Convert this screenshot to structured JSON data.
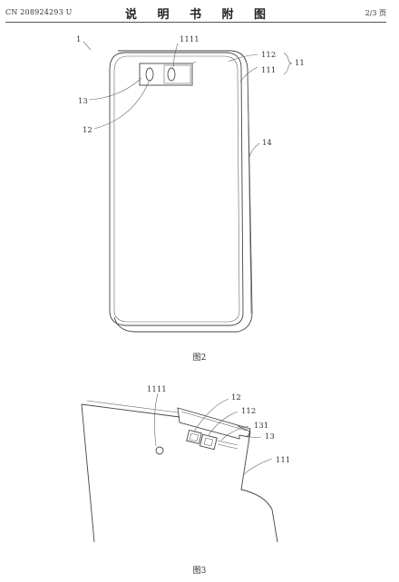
{
  "header": {
    "doc_number": "CN 208924293 U",
    "title": "说 明 书 附 图",
    "page": "2/3 页"
  },
  "figure2": {
    "caption": "图2",
    "labels": {
      "device": "1",
      "l1111": "1111",
      "l112": "112",
      "l11": "11",
      "l111": "111",
      "l13": "13",
      "l12": "12",
      "l14": "14"
    }
  },
  "figure3": {
    "caption": "图3",
    "labels": {
      "l1111": "1111",
      "l12": "12",
      "l112": "112",
      "l131": "131",
      "l13": "13",
      "l111": "111"
    }
  }
}
